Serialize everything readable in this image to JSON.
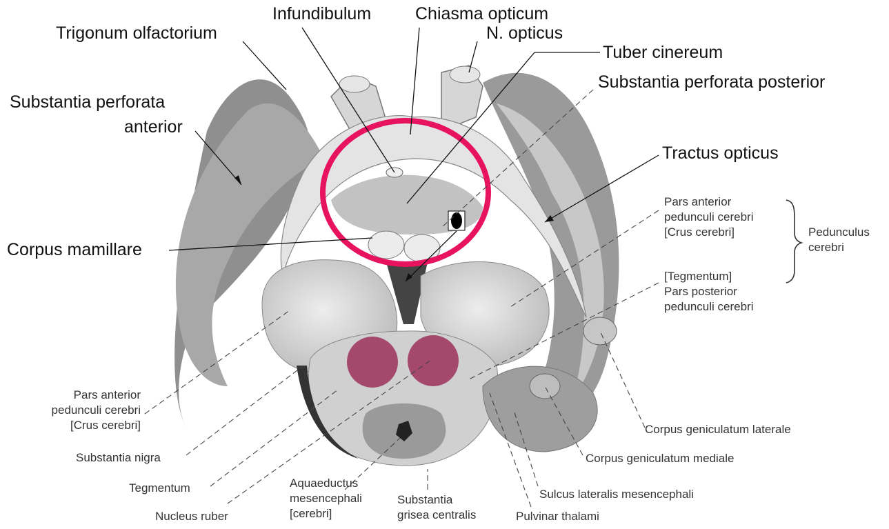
{
  "title": "",
  "labels": {
    "infundibulum": "Infundibulum",
    "chiasma_opticum": "Chiasma opticum",
    "trigonum_olfactorium": "Trigonum olfactorium",
    "n_opticus": "N. opticus",
    "tuber_cinereum": "Tuber cinereum",
    "substantia_perforata_posterior": "Substantia perforata posterior",
    "substantia_perforata_anterior_1": "Substantia perforata",
    "substantia_perforata_anterior_2": "anterior",
    "tractus_opticus": "Tractus opticus",
    "corpus_mamillare": "Corpus mamillare",
    "pars_anterior_right_1": "Pars anterior",
    "pars_anterior_right_2": "pedunculi cerebri",
    "pars_anterior_right_3": "[Crus cerebri]",
    "pedunculus_1": "Pedunculus",
    "pedunculus_2": "cerebri",
    "tegmentum_bracket": "[Tegmentum]",
    "pars_posterior_1": "Pars posterior",
    "pars_posterior_2": "pedunculi cerebri",
    "pars_anterior_left_1": "Pars anterior",
    "pars_anterior_left_2": "pedunculi cerebri",
    "pars_anterior_left_3": "[Crus cerebri]",
    "substantia_nigra": "Substantia nigra",
    "tegmentum": "Tegmentum",
    "nucleus_ruber": "Nucleus ruber",
    "aquaeductus_1": "Aquaeductus",
    "aquaeductus_2": "mesencephali",
    "aquaeductus_3": "[cerebri]",
    "substantia_grisea_1": "Substantia",
    "substantia_grisea_2": "grisea centralis",
    "pulvinar_thalami": "Pulvinar thalami",
    "sulcus_lateralis": "Sulcus lateralis mesencephali",
    "corpus_geniculatum_mediale": "Corpus geniculatum mediale",
    "corpus_geniculatum_laterale": "Corpus geniculatum laterale"
  },
  "colors": {
    "highlight_circle": "#e8135f",
    "nucleus_ruber_fill": "#a03a60",
    "tissue_light": "#e2e2e2",
    "tissue_mid": "#c4c4c4",
    "tissue_dark": "#777777"
  }
}
